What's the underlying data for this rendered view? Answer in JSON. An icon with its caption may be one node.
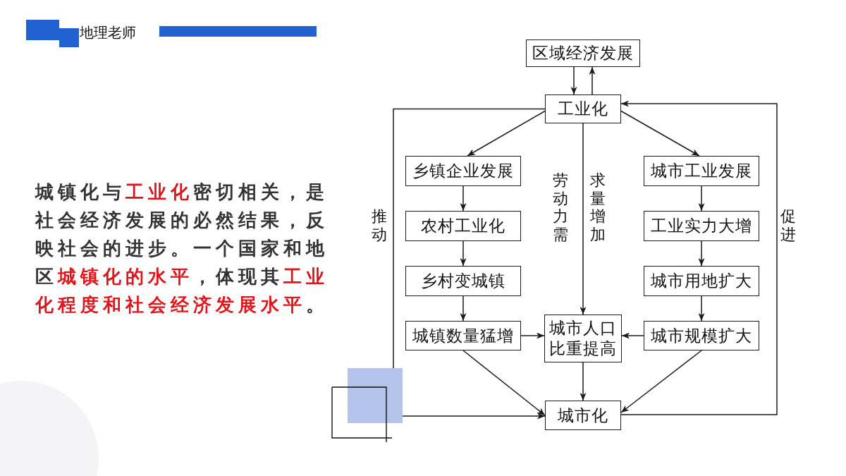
{
  "diagram": {
    "nodes": [
      {
        "text": [
          "区域经济发展"
        ]
      },
      {
        "text": [
          "工业化"
        ]
      },
      {
        "text": [
          "乡镇企业发展"
        ]
      },
      {
        "text": [
          "城市工业发展"
        ]
      },
      {
        "text": [
          "农村工业化"
        ]
      },
      {
        "text": [
          "工业实力大增"
        ]
      },
      {
        "text": [
          "乡村变城镇"
        ]
      },
      {
        "text": [
          "城市用地扩大"
        ]
      },
      {
        "text": [
          "城镇数量猛增"
        ]
      },
      {
        "text": [
          "城市人口比重提高"
        ]
      },
      {
        "text": [
          "城市规模扩大"
        ]
      },
      {
        "text": [
          "城市化"
        ]
      }
    ],
    "edges": [
      {
        "from": 0,
        "to": 1,
        "arrow": "to"
      },
      {
        "from": 1,
        "to": 0,
        "arrow": "to"
      },
      {
        "from": 1,
        "to": 2,
        "arrow": "to"
      },
      {
        "from": 1,
        "to": 3,
        "arrow": "to"
      },
      {
        "from": 1,
        "to": 9,
        "arrow": "to",
        "label": "劳动力需求量增加"
      },
      {
        "from": 1,
        "to": 11,
        "arrow": "to",
        "label": "推动"
      },
      {
        "from": 11,
        "to": 1,
        "arrow": "to",
        "label": "促进"
      },
      {
        "from": 2,
        "to": 4,
        "arrow": "to"
      },
      {
        "from": 4,
        "to": 6,
        "arrow": "to"
      },
      {
        "from": 6,
        "to": 8,
        "arrow": "to"
      },
      {
        "from": 3,
        "to": 5,
        "arrow": "to"
      },
      {
        "from": 5,
        "to": 7,
        "arrow": "to"
      },
      {
        "from": 7,
        "to": 10,
        "arrow": "to"
      },
      {
        "from": 8,
        "to": 9,
        "arrow": "to"
      },
      {
        "from": 10,
        "to": 9,
        "arrow": "to"
      },
      {
        "from": 8,
        "to": 11,
        "arrow": "to"
      },
      {
        "from": 9,
        "to": 11,
        "arrow": "to"
      },
      {
        "from": 10,
        "to": 11,
        "arrow": "to"
      }
    ],
    "labels": [
      "地理老师",
      "城镇化与**工业化**密切相关，是社会经济发展的必然结果，反映社会的进步。一个国家和地区**城镇化的水平**，体现其**工业化程度和社会经济发展水平**。"
    ]
  }
}
